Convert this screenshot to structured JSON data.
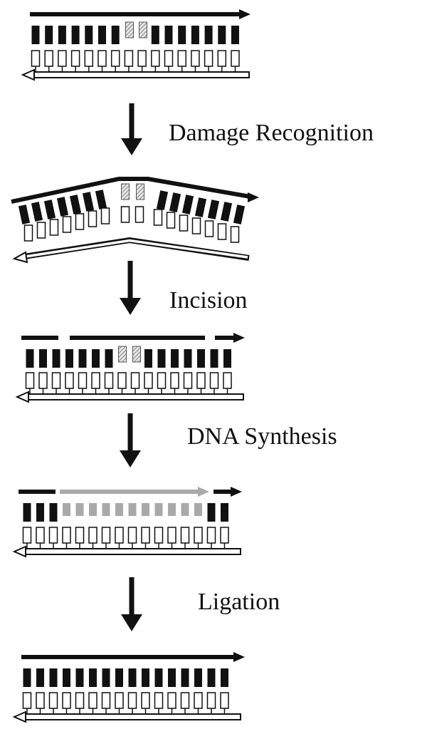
{
  "steps": [
    {
      "label": "Damage Recognition"
    },
    {
      "label": "Incision"
    },
    {
      "label": "DNA Synthesis"
    },
    {
      "label": "Ligation"
    }
  ],
  "colors": {
    "strand": "#111111",
    "base_dark": "#111111",
    "base_outline": "#111111",
    "base_light_fill": "#ffffff",
    "damaged_base": "#9a9a9a",
    "new_synthesis": "#a9a9a9",
    "label_text": "#111111"
  }
}
